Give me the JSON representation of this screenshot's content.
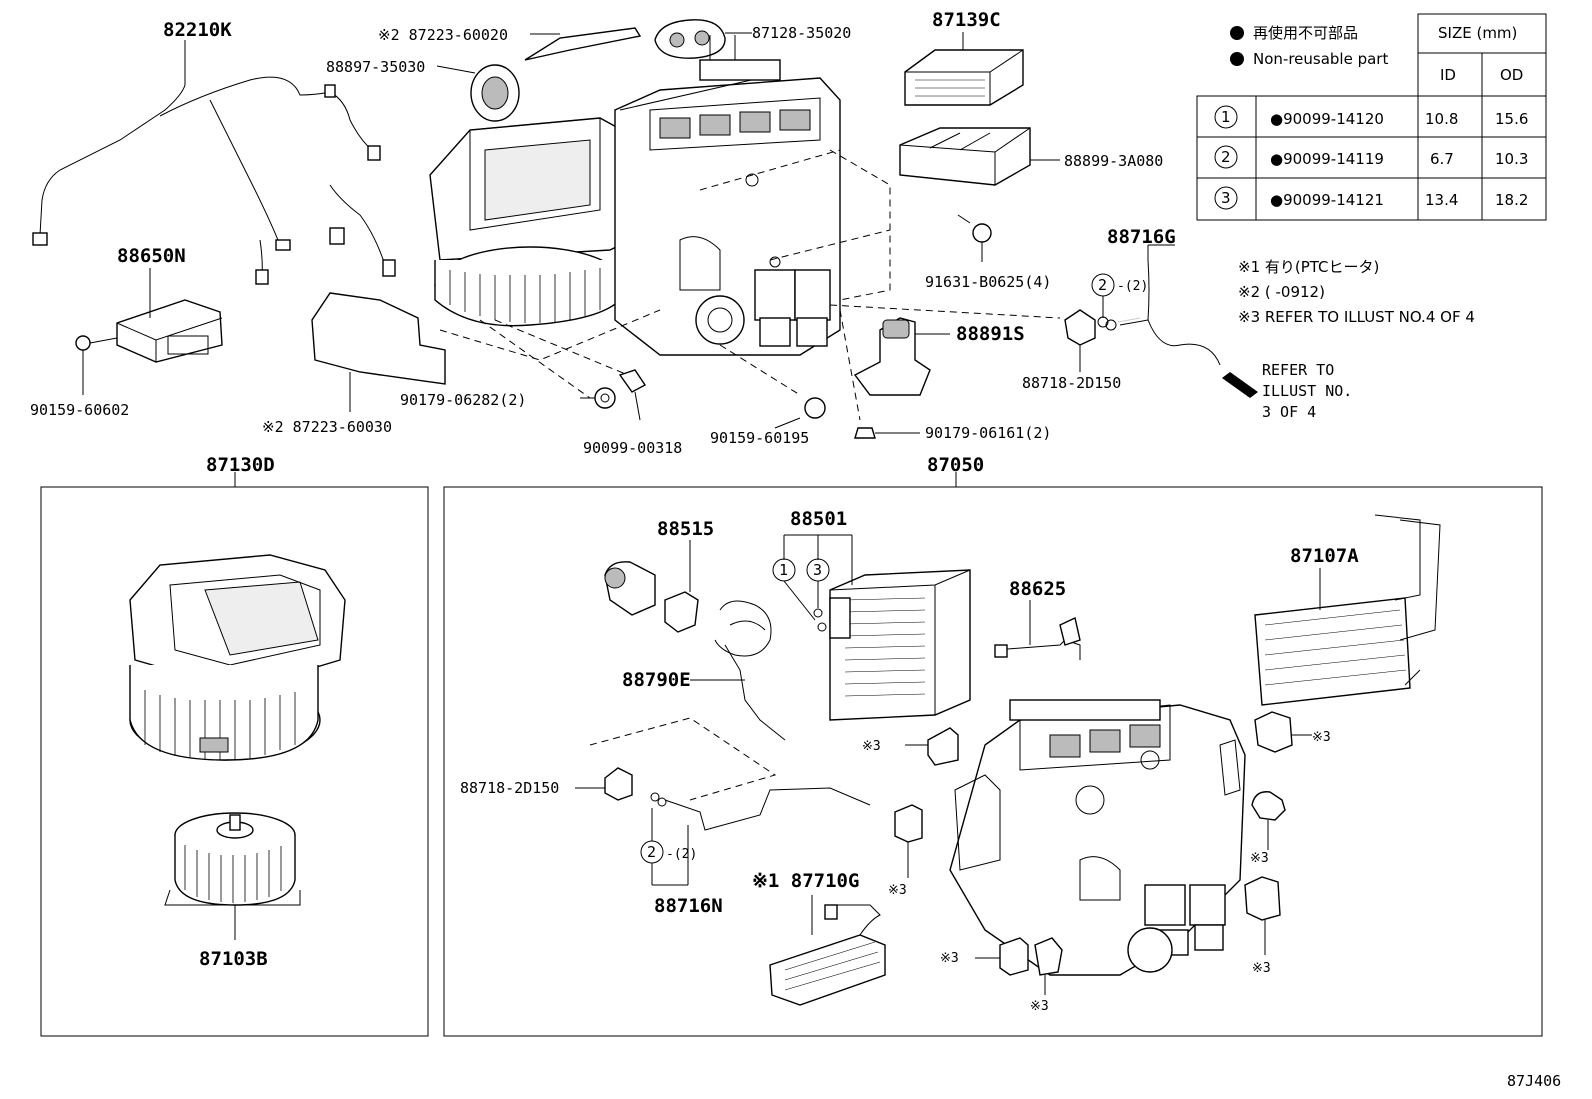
{
  "diagram_code": "87J406",
  "legend": {
    "nonreusable_jp": "再使用不可部品",
    "nonreusable_en": "Non-reusable part",
    "size_header": "SIZE (mm)",
    "col_id": "ID",
    "col_od": "OD",
    "rows": [
      {
        "num": "1",
        "part": "●90099-14120",
        "id": "10.8",
        "od": "15.6"
      },
      {
        "num": "2",
        "part": "●90099-14119",
        "id": "6.7",
        "od": "10.3"
      },
      {
        "num": "3",
        "part": "●90099-14121",
        "id": "13.4",
        "od": "18.2"
      }
    ]
  },
  "notes": {
    "n1": "※1 有り(PTCヒータ)",
    "n2": "※2 (    -0912)",
    "n3": "※3 REFER TO ILLUST NO.4 OF 4"
  },
  "refer_note": [
    "REFER TO",
    "ILLUST NO.",
    "3 OF 4"
  ],
  "parts": {
    "p82210K": "82210K",
    "p87223_60020": "※2 87223-60020",
    "p87128_35020": "87128-35020",
    "p88897_35030": "88897-35030",
    "p87139C": "87139C",
    "p88899_3A080": "88899-3A080",
    "p91631": "91631-B0625(4)",
    "p88716G": "88716G",
    "p2_2_top": "-(2)",
    "p88650N": "88650N",
    "p90159_60602": "90159-60602",
    "p88891S": "88891S",
    "p88718_top": "88718-2D150",
    "p90179_06282": "90179-06282(2)",
    "p87223_60030": "※2 87223-60030",
    "p90099_00318": "90099-00318",
    "p90159_60195": "90159-60195",
    "p90179_06161": "90179-06161(2)",
    "p87130D": "87130D",
    "p87050": "87050",
    "p87103B": "87103B",
    "p88515": "88515",
    "p88501": "88501",
    "p88625": "88625",
    "p87107A": "87107A",
    "p88790E": "88790E",
    "p88718_bot": "88718-2D150",
    "p2_2_bot": "-(2)",
    "p88716N": "88716N",
    "p87710G": "※1 87710G",
    "ref3": "※3"
  }
}
